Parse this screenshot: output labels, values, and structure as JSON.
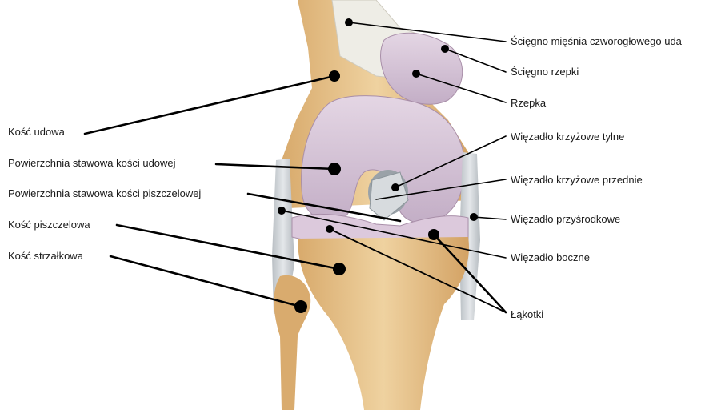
{
  "labels": {
    "quadriceps_tendon": "Ścięgno mięśnia czworogłowego uda",
    "patellar_tendon": "Ścięgno rzepki",
    "patella": "Rzepka",
    "posterior_cruciate": "Więzadło krzyżowe tylne",
    "anterior_cruciate": "Więzadło krzyżowe przednie",
    "medial_collateral": "Więzadło przyśrodkowe",
    "lateral_collateral": "Więzadło boczne",
    "menisci": "Łąkotki",
    "femur": "Kość udowa",
    "femur_articular": "Powierzchnia stawowa kości udowej",
    "tibia_articular": "Powierzchnia stawowa kości piszczelowej",
    "tibia": "Kość piszczelowa",
    "fibula": "Kość strzałkowa"
  },
  "colors": {
    "bone": "#e8c590",
    "bone_shade": "#d6a86a",
    "cartilage": "#d9c8d8",
    "cartilage_shade": "#bfa6c0",
    "ligament": "#cfd4d8",
    "tendon": "#ecebe4"
  }
}
